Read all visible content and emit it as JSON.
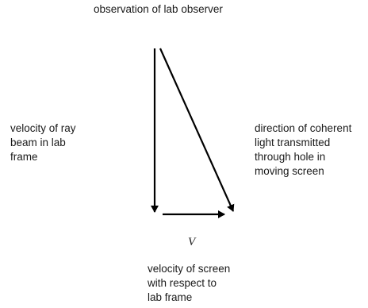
{
  "diagram": {
    "title": "observation of lab observer",
    "left_label": "velocity of ray\nbeam in lab\nframe",
    "right_label": "direction of coherent\nlight transmitted\nthrough hole in\nmoving screen",
    "velocity_symbol": "V",
    "bottom_label": "velocity of  screen\nwith respect to\nlab frame",
    "arrow_color": "#000000"
  }
}
